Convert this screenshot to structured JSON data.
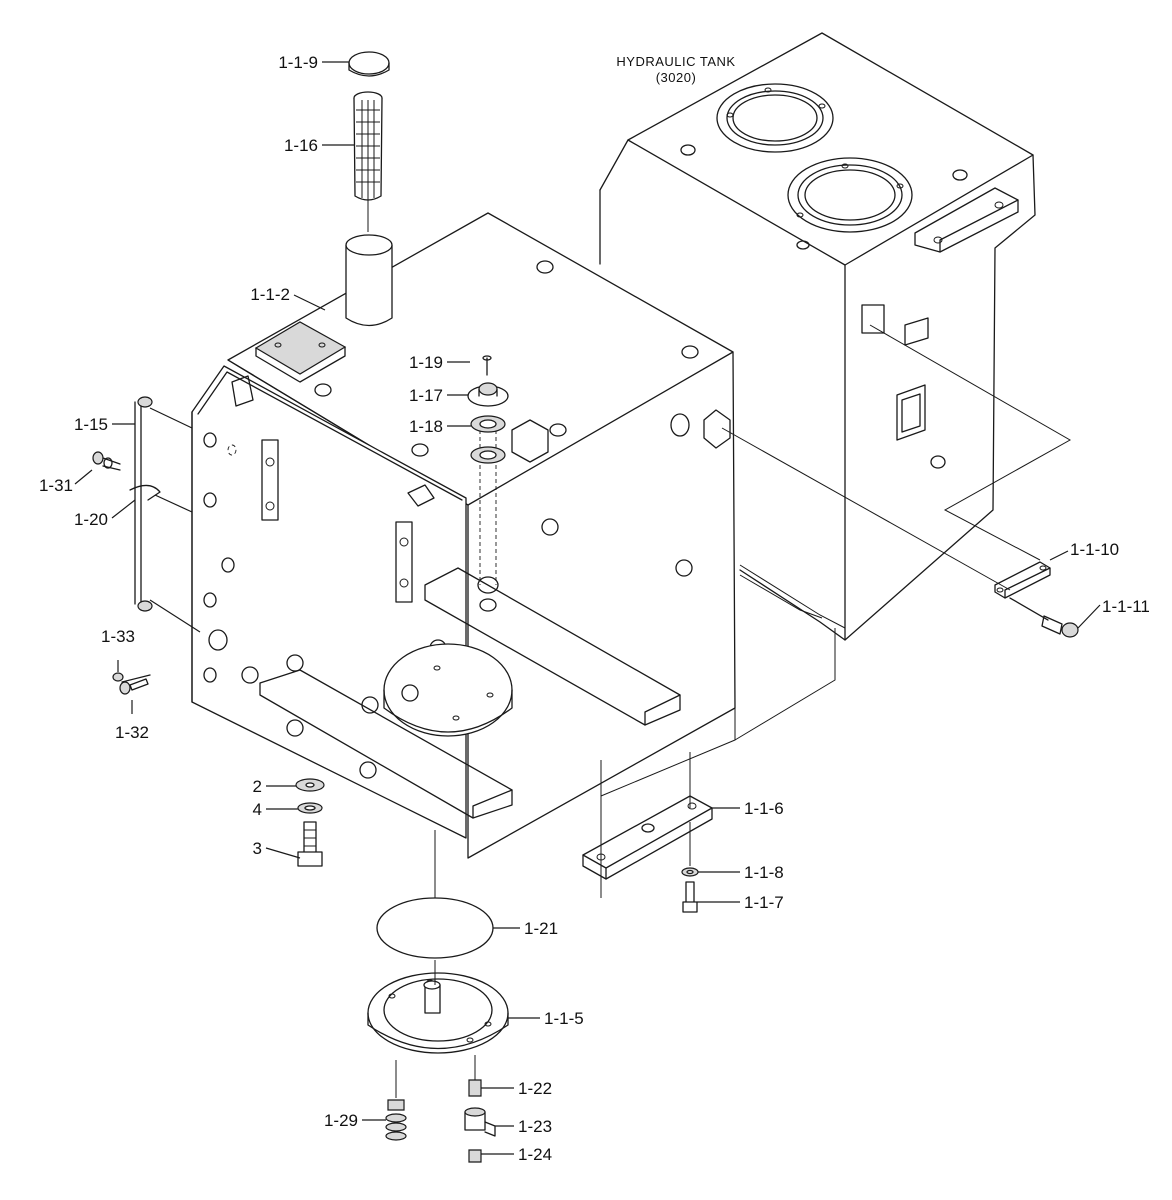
{
  "title": {
    "line1": "HYDRAULIC TANK",
    "line2": "(3020)"
  },
  "labels": {
    "p_1_1_9": "1-1-9",
    "p_1_16": "1-16",
    "p_1_1_2": "1-1-2",
    "p_1_19": "1-19",
    "p_1_17": "1-17",
    "p_1_18": "1-18",
    "p_1_15": "1-15",
    "p_1_31": "1-31",
    "p_1_20": "1-20",
    "p_1_33": "1-33",
    "p_1_32": "1-32",
    "p_2": "2",
    "p_4": "4",
    "p_3": "3",
    "p_1_21": "1-21",
    "p_1_1_5": "1-1-5",
    "p_1_22": "1-22",
    "p_1_29": "1-29",
    "p_1_23": "1-23",
    "p_1_24": "1-24",
    "p_1_1_6": "1-1-6",
    "p_1_1_8": "1-1-8",
    "p_1_1_7": "1-1-7",
    "p_1_1_10": "1-1-10",
    "p_1_1_11": "1-1-11"
  }
}
